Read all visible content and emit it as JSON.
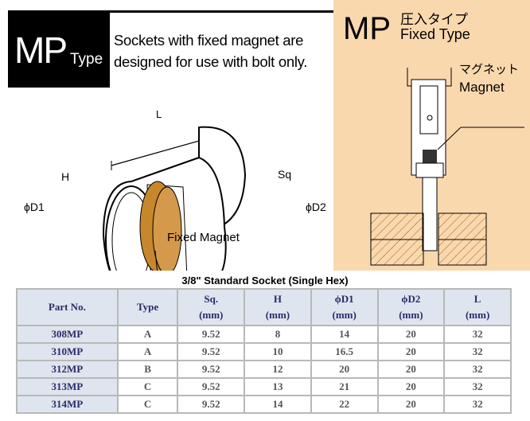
{
  "header": {
    "badge_main": "MP",
    "badge_sub": "Type",
    "description_line1": "Sockets with fixed magnet are",
    "description_line2": "designed for use with bolt only."
  },
  "diagram": {
    "label_L": "L",
    "label_H": "H",
    "label_D1": "ϕD1",
    "label_Sq": "Sq",
    "label_D2": "ϕD2",
    "fixed_magnet": "Fixed Magnet"
  },
  "panel": {
    "title": "MP",
    "title_jp": "圧入タイプ",
    "subtitle": "Fixed Type",
    "magnet_jp": "マグネット",
    "magnet": "Magnet",
    "bg_color": "#fad8ae"
  },
  "table": {
    "title": "3/8\" Standard Socket (Single Hex)",
    "headers": [
      [
        "Part No.",
        ""
      ],
      [
        "Type",
        ""
      ],
      [
        "Sq.",
        "(mm)"
      ],
      [
        "H",
        "(mm)"
      ],
      [
        "ϕD1",
        "(mm)"
      ],
      [
        "ϕD2",
        "(mm)"
      ],
      [
        "L",
        "(mm)"
      ]
    ],
    "rows": [
      [
        "308MP",
        "A",
        "9.52",
        "8",
        "14",
        "20",
        "32"
      ],
      [
        "310MP",
        "A",
        "9.52",
        "10",
        "16.5",
        "20",
        "32"
      ],
      [
        "312MP",
        "B",
        "9.52",
        "12",
        "20",
        "20",
        "32"
      ],
      [
        "313MP",
        "C",
        "9.52",
        "13",
        "21",
        "20",
        "32"
      ],
      [
        "314MP",
        "C",
        "9.52",
        "14",
        "22",
        "20",
        "32"
      ]
    ]
  }
}
